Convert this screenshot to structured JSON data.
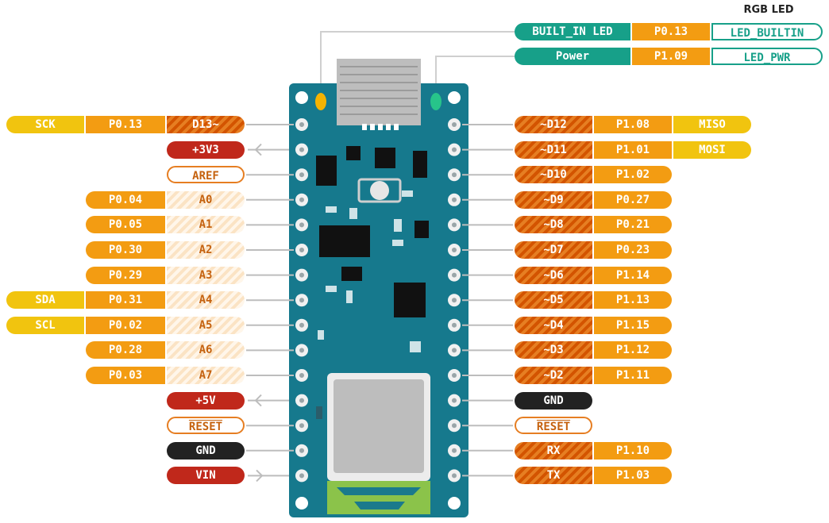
{
  "led_section": {
    "title": "RGB LED",
    "rows": [
      {
        "name": "BUILT_IN LED",
        "port": "P0.13",
        "func": "LED_BUILTIN"
      },
      {
        "name": "Power",
        "port": "P1.09",
        "func": "LED_PWR"
      }
    ]
  },
  "left_pins": [
    {
      "pin": "D13~",
      "port": "P0.13",
      "alt": "SCK"
    },
    {
      "pin": "+3V3"
    },
    {
      "pin": "AREF"
    },
    {
      "pin": "A0",
      "port": "P0.04"
    },
    {
      "pin": "A1",
      "port": "P0.05"
    },
    {
      "pin": "A2",
      "port": "P0.30"
    },
    {
      "pin": "A3",
      "port": "P0.29"
    },
    {
      "pin": "A4",
      "port": "P0.31",
      "alt": "SDA"
    },
    {
      "pin": "A5",
      "port": "P0.02",
      "alt": "SCL"
    },
    {
      "pin": "A6",
      "port": "P0.28"
    },
    {
      "pin": "A7",
      "port": "P0.03"
    },
    {
      "pin": "+5V"
    },
    {
      "pin": "RESET"
    },
    {
      "pin": "GND"
    },
    {
      "pin": "VIN"
    }
  ],
  "right_pins": [
    {
      "pin": "~D12",
      "port": "P1.08",
      "alt": "MISO"
    },
    {
      "pin": "~D11",
      "port": "P1.01",
      "alt": "MOSI"
    },
    {
      "pin": "~D10",
      "port": "P1.02"
    },
    {
      "pin": "~D9",
      "port": "P0.27"
    },
    {
      "pin": "~D8",
      "port": "P0.21"
    },
    {
      "pin": "~D7",
      "port": "P0.23"
    },
    {
      "pin": "~D6",
      "port": "P1.14"
    },
    {
      "pin": "~D5",
      "port": "P1.13"
    },
    {
      "pin": "~D4",
      "port": "P1.15"
    },
    {
      "pin": "~D3",
      "port": "P1.12"
    },
    {
      "pin": "~D2",
      "port": "P1.11"
    },
    {
      "pin": "GND"
    },
    {
      "pin": "RESET"
    },
    {
      "pin": "RX",
      "port": "P1.10"
    },
    {
      "pin": "TX",
      "port": "P1.03"
    }
  ],
  "colors": {
    "board": "#16798d",
    "header_pad": "#f1f1f1",
    "led_builtin": "#f5b300",
    "led_power": "#27c48a",
    "port_orange": "#f39c12",
    "alt_yellow": "#f1c40f",
    "power_red": "#c0281b",
    "ground_black": "#222222",
    "led_teal": "#17a089"
  }
}
